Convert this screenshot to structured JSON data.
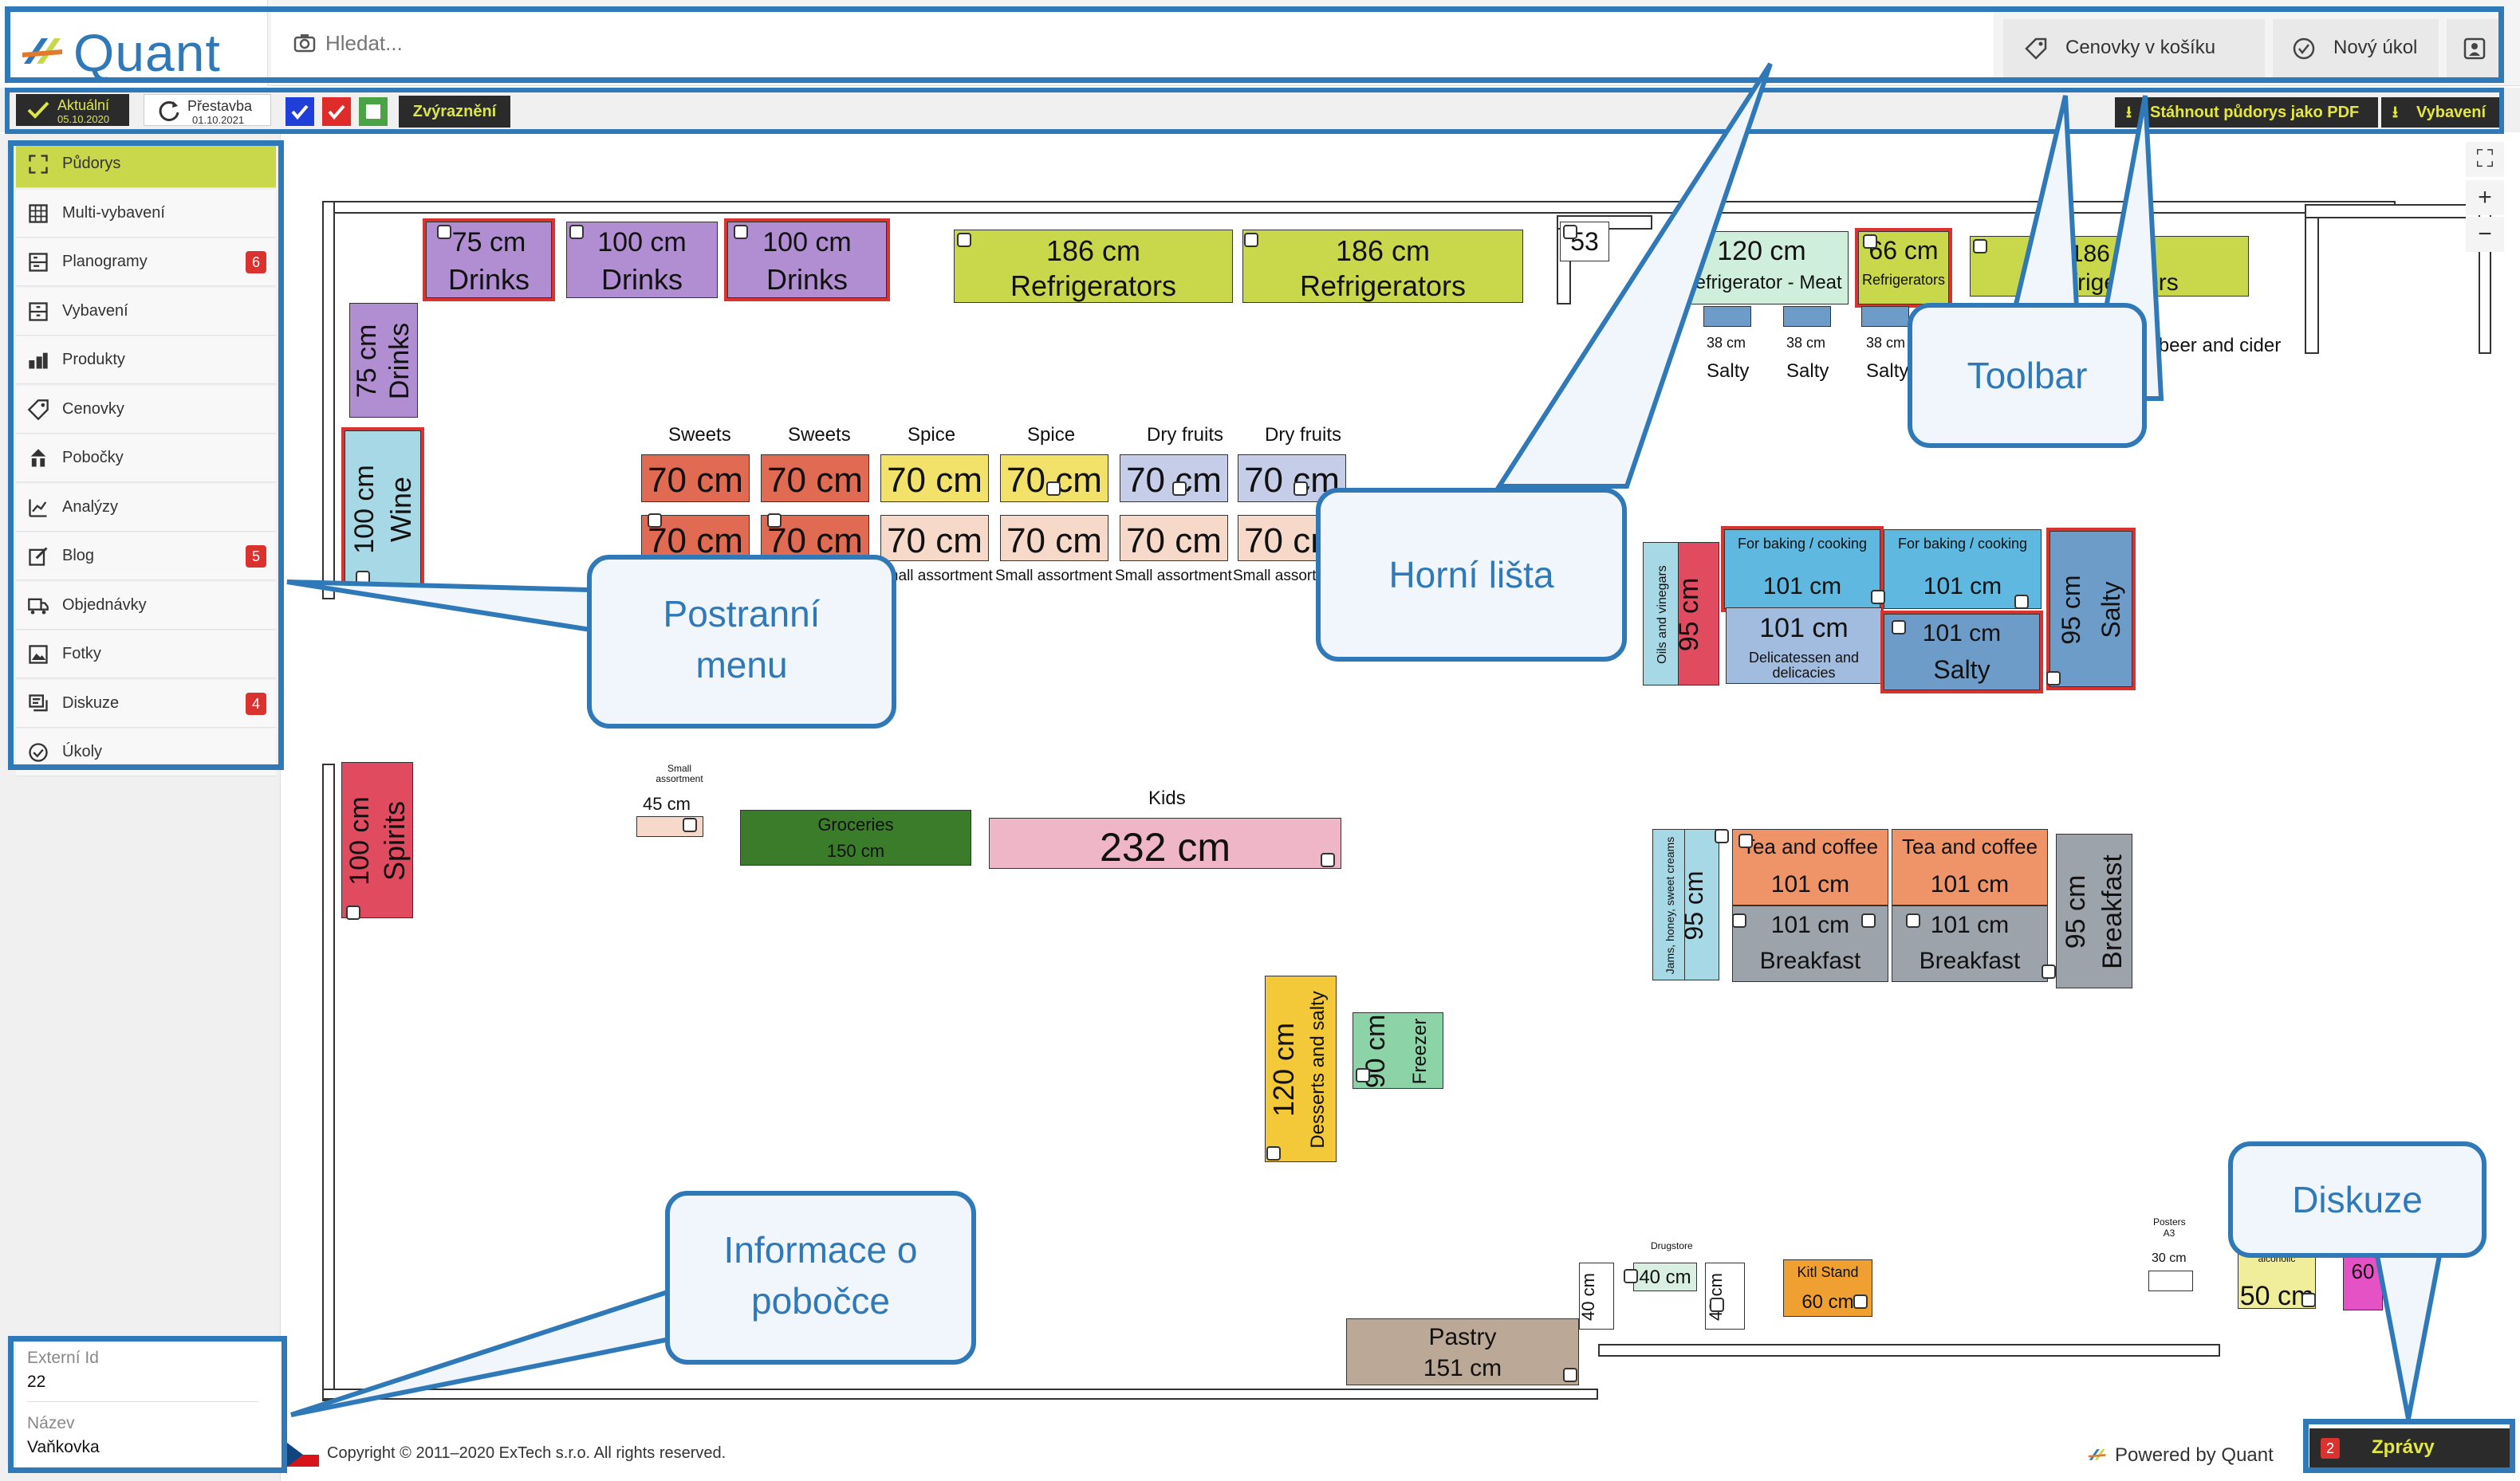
{
  "app": {
    "name": "Quant"
  },
  "search": {
    "placeholder": "Hledat..."
  },
  "header": {
    "cart_label": "Cenovky v košíku",
    "task_label": "Nový úkol"
  },
  "subbar": {
    "aktualni": {
      "label": "Aktuální",
      "date": "05.10.2020"
    },
    "prestavba": {
      "label": "Přestavba",
      "date": "01.10.2021"
    },
    "highlight_label": "Zvýraznění",
    "download_label": "Stáhnout půdorys jako PDF",
    "equipment_label": "Vybavení",
    "colors": {
      "blue": "#1f3fd8",
      "red": "#e02b2b",
      "green": "#4aa344"
    }
  },
  "sidebar": {
    "items": [
      {
        "label": "Půdorys",
        "icon": "floorplan-icon",
        "active": true
      },
      {
        "label": "Multi-vybavení",
        "icon": "multi-icon"
      },
      {
        "label": "Planogramy",
        "icon": "planogram-icon",
        "badge": "6"
      },
      {
        "label": "Vybavení",
        "icon": "equipment-icon"
      },
      {
        "label": "Produkty",
        "icon": "products-icon"
      },
      {
        "label": "Cenovky",
        "icon": "tag-icon"
      },
      {
        "label": "Pobočky",
        "icon": "branches-icon"
      },
      {
        "label": "Analýzy",
        "icon": "analytics-icon"
      },
      {
        "label": "Blog",
        "icon": "blog-icon",
        "badge": "5"
      },
      {
        "label": "Objednávky",
        "icon": "orders-icon"
      },
      {
        "label": "Fotky",
        "icon": "photos-icon"
      },
      {
        "label": "Diskuze",
        "icon": "discussion-icon",
        "badge": "4"
      },
      {
        "label": "Úkoly",
        "icon": "tasks-icon"
      }
    ]
  },
  "info": {
    "ext_id_label": "Externí Id",
    "ext_id": "22",
    "name_label": "Název",
    "name": "Vaňkovka"
  },
  "footer": {
    "copyright": "Copyright © 2011–2020 ExTech s.r.o. All rights reserved.",
    "powered": "Powered by Quant",
    "messages_label": "Zprávy",
    "messages_count": "2"
  },
  "callouts": {
    "top": "Horní lišta",
    "toolbar": "Toolbar",
    "sidebar": "Postranní menu",
    "info": "Informace o pobočce",
    "discussion": "Diskuze"
  },
  "plan": {
    "top_row": [
      {
        "size": "75 cm",
        "name": "Drinks"
      },
      {
        "size": "100 cm",
        "name": "Drinks"
      },
      {
        "size": "100 cm",
        "name": "Drinks"
      },
      {
        "size": "186 cm",
        "name": "Refrigerators"
      },
      {
        "size": "186 cm",
        "name": "Refrigerators"
      },
      {
        "size": "53 cm"
      },
      {
        "size": "120 cm",
        "name": "Refrigerator - Meat"
      },
      {
        "size": "66 cm",
        "name": "Refrigerators"
      },
      {
        "size": "186 cm",
        "name": "Refrigerators"
      }
    ],
    "left_col": [
      {
        "size": "75 cm",
        "name": "Drinks"
      },
      {
        "size": "100 cm",
        "name": "Wine"
      }
    ],
    "salty_small": [
      {
        "size": "38 cm",
        "name": "Salty"
      },
      {
        "size": "38 cm",
        "name": "Salty"
      },
      {
        "size": "38 cm",
        "name": "Salty"
      }
    ],
    "lemonade": "Lemonade, beer and cider",
    "mid_top_labels": [
      "Sweets",
      "Sweets",
      "Spice",
      "Spice",
      "Dry fruits",
      "Dry fruits"
    ],
    "mid_size": "70 cm",
    "mid_bottom_label": "Small assortment",
    "baking": [
      {
        "name": "For baking / cooking",
        "size": "101 cm"
      },
      {
        "name": "For baking / cooking",
        "size": "101 cm"
      }
    ],
    "deli": {
      "size": "101 cm",
      "name": "Delicatessen and delicacies"
    },
    "salty101": {
      "size": "101 cm",
      "name": "Salty"
    },
    "oils": {
      "name": "Oils and vinegars",
      "size": "95 cm"
    },
    "salty95": {
      "size": "95 cm",
      "name": "Salty"
    },
    "spirits": {
      "size": "100 cm",
      "name": "Spirits"
    },
    "small45": {
      "label": "Small assortment",
      "size": "45 cm"
    },
    "groceries": {
      "name": "Groceries",
      "size": "150 cm"
    },
    "kids": {
      "name": "Kids",
      "size": "232 cm"
    },
    "tea": [
      {
        "name": "Tea and coffee",
        "size": "101 cm"
      },
      {
        "name": "Tea and coffee",
        "size": "101 cm"
      }
    ],
    "breakfast": [
      {
        "size": "101 cm",
        "name": "Breakfast"
      },
      {
        "size": "101 cm",
        "name": "Breakfast"
      }
    ],
    "jams": {
      "name": "Jams, honey, sweet creams",
      "size": "95 cm"
    },
    "breakfast95": {
      "size": "95 cm",
      "name": "Breakfast"
    },
    "desserts": {
      "size": "120 cm",
      "name": "Desserts and salty"
    },
    "freezer": {
      "size": "90 cm",
      "name": "Freezer"
    },
    "pastry": {
      "name": "Pastry",
      "size": "151 cm"
    },
    "drugstore": [
      {
        "label": "Drugstore",
        "size": "40 cm"
      },
      {
        "label": "Drugstore",
        "size": "40 cm"
      },
      {
        "label": "Drugstore",
        "size": "40 cm"
      }
    ],
    "kitl": {
      "name": "Kitl Stand",
      "size": "60 cm"
    },
    "posters": {
      "name": "Posters A3",
      "size": "30 cm"
    },
    "alcoholic": {
      "size": "50 cm",
      "name": "alcoholic"
    },
    "pink": {
      "size": "60"
    }
  }
}
